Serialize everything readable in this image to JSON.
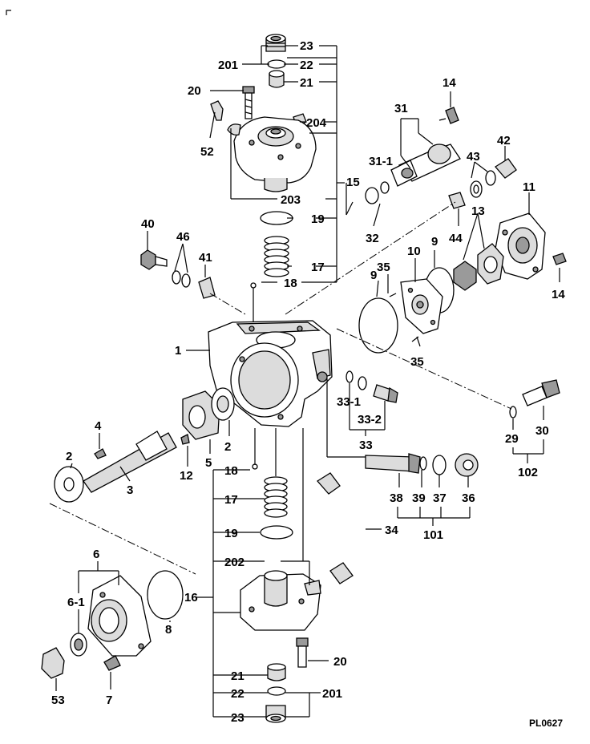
{
  "drawing_code": "PL0627",
  "callouts": {
    "c23a": "23",
    "c201a": "201",
    "c22a": "22",
    "c20a": "20",
    "c21a": "21",
    "c14a": "14",
    "c31": "31",
    "c204": "204",
    "c52": "52",
    "c31_1": "31-1",
    "c42": "42",
    "c43": "43",
    "c15": "15",
    "c203": "203",
    "c11": "11",
    "c40": "40",
    "c46": "46",
    "c19a": "19",
    "c32": "32",
    "c44": "44",
    "c13": "13",
    "c9a": "9",
    "c10": "10",
    "c41": "41",
    "c17a": "17",
    "c35a": "35",
    "c9b": "9",
    "c18a": "18",
    "c14b": "14",
    "c1": "1",
    "c35b": "35",
    "c33_1": "33-1",
    "c33_2": "33-2",
    "c4": "4",
    "c2a": "2",
    "c2b": "2",
    "c5": "5",
    "c33": "33",
    "c29": "29",
    "c30": "30",
    "c12": "12",
    "c3": "3",
    "c18b": "18",
    "c102": "102",
    "c38": "38",
    "c39": "39",
    "c37": "37",
    "c36": "36",
    "c17b": "17",
    "c101": "101",
    "c19b": "19",
    "c34": "34",
    "c6": "6",
    "c202": "202",
    "c6_1": "6-1",
    "c16": "16",
    "c8": "8",
    "c20b": "20",
    "c21b": "21",
    "c22b": "22",
    "c201b": "201",
    "c23b": "23",
    "c53": "53",
    "c7": "7"
  }
}
